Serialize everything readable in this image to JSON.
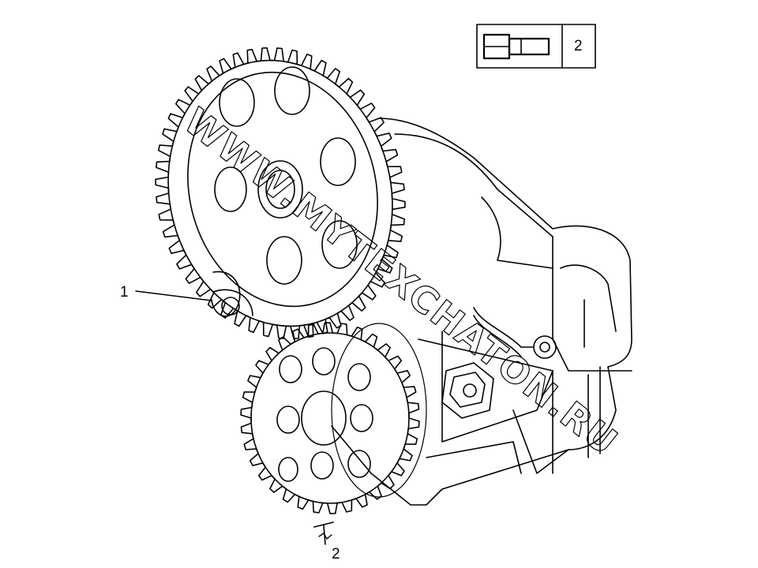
{
  "callouts": [
    {
      "id": "part-1",
      "label": "1"
    },
    {
      "id": "bolt-ref",
      "label": "2"
    }
  ],
  "legend": {
    "icon": "bolt-icon",
    "label": "2"
  },
  "watermark": "WWW.MYTEXCHATON.RU",
  "colors": {
    "line": "#000000",
    "background": "#ffffff"
  }
}
